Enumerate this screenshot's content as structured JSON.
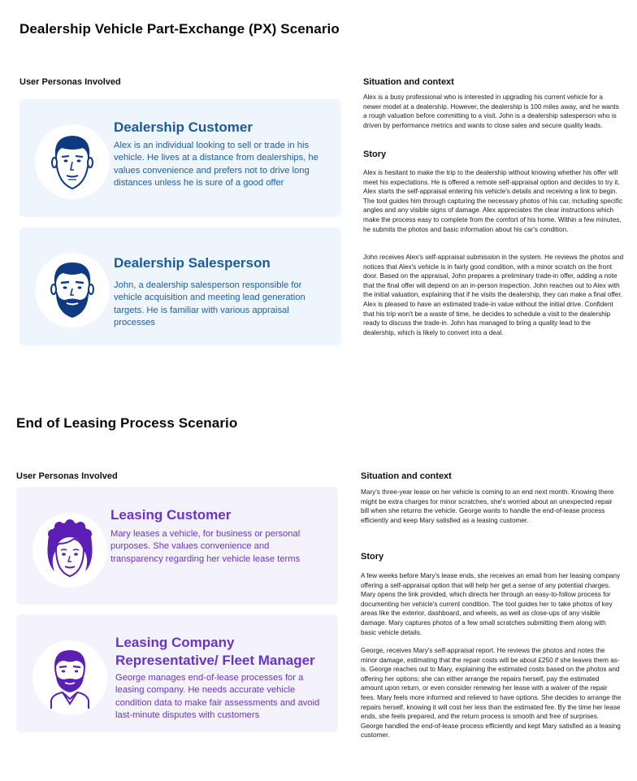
{
  "px_section": {
    "title": "Dealership Vehicle Part-Exchange (PX) Scenario",
    "personas_heading": "User Personas Involved",
    "personas": [
      {
        "title": "Dealership Customer",
        "description": "Alex is an individual looking to sell or trade in his vehicle. He lives at a distance from dealerships, he values convenience and prefers not to drive long distances unless he is sure of a good offer",
        "avatar_icon": "male-customer-avatar-icon"
      },
      {
        "title": "Dealership Salesperson",
        "description": "John, a dealership salesperson responsible for vehicle acquisition and meeting lead generation targets. He is familiar with various appraisal processes",
        "avatar_icon": "bearded-salesperson-avatar-icon"
      }
    ],
    "situation_heading": "Situation and context",
    "situation_text": "Alex is a busy professional who is interested in upgrading his current vehicle for a newer model at a dealership. However, the dealership is 100 miles away, and he wants a rough valuation before committing to a visit. John is a dealership salesperson who is driven by performance metrics and wants to close sales and secure quality leads.",
    "story_heading": "Story",
    "story_paragraphs": [
      "Alex is hesitant to make the trip to the dealership without knowing whether his offer will meet his expectations. He is offered a remote self-appraisal option and decides to try it. Alex starts the self-appraisal entering his vehicle's details and receiving a link to begin. The tool guides him through capturing the necessary photos of his car, including specific angles and any visible signs of damage. Alex appreciates the clear instructions which make the process easy to complete from the comfort of his home. Within a few minutes, he submits the photos and basic information about his car's condition.",
      "John receives Alex's self-appraisal submission in the system. He reviews the photos and notices that Alex's vehicle is in fairly good condition, with a minor scratch on the front door. Based on the appraisal, John prepares a preliminary trade-in offer, adding a note that the final offer will depend on an in-person inspection. John reaches out to Alex with the initial valuation, explaining that if he visits the dealership, they can make a final offer. Alex is pleased to have an estimated trade-in value without the initial drive. Confident that his trip won't be a waste of time, he decides to schedule a visit to the dealership ready to discuss the trade-in. John has managed to bring a quality lead to the dealership, which is likely to convert into a deal."
    ],
    "colors": {
      "card_bg": "#eef5fd",
      "accent": "#1b5a9e"
    }
  },
  "lease_section": {
    "title": "End of Leasing Process Scenario",
    "personas_heading": "User Personas Involved",
    "personas": [
      {
        "title": "Leasing Customer",
        "description": "Mary leases a vehicle, for business or personal purposes. She values convenience and transparency regarding her vehicle lease terms",
        "avatar_icon": "female-customer-avatar-icon"
      },
      {
        "title": "Leasing Company Representative/ Fleet Manager",
        "description": "George manages end-of-lease processes for a leasing company. He needs accurate vehicle condition data to make fair assessments and avoid last-minute disputes with customers",
        "avatar_icon": "fleet-manager-avatar-icon"
      }
    ],
    "situation_heading": "Situation and context",
    "situation_text": "Mary's three-year lease on her vehicle is coming to an end next month. Knowing there might be extra charges for minor scratches, she's worried about an unexpected repair bill when she returns the vehicle. George wants to handle the end-of-lease process efficiently and keep Mary satisfied as a leasing customer.",
    "story_heading": "Story",
    "story_paragraphs": [
      "A few weeks before Mary's lease ends, she receives an email from her leasing company offering a self-appraisal option that will help her get a sense of any potential charges. Mary opens the link provided, which directs her through an easy-to-follow process for documenting her vehicle's current condition. The tool guides her to take photos of key areas like the exterior, dashboard, and wheels, as well as close-ups of any visible damage. Mary captures photos of a few small scratches submitting them along with basic vehicle details.",
      "George, receives Mary's self-appraisal report. He reviews the photos and notes the minor damage, estimating that the repair costs will be about £250 if she leaves them as-is. George reaches out to Mary, explaining the estimated costs based on the photos and offering her options: she can either arrange the repairs herself, pay the estimated amount upon return, or even consider renewing her lease with a waiver of the repair fees. Mary feels more informed and relieved to have options. She decides to arrange the repairs herself, knowing it will cost her less than the estimated fee. By the time her lease ends, she feels prepared, and the return process is smooth and free of surprises. George handled the end-of-lease process efficiently and kept Mary satisfied as a leasing customer."
    ],
    "colors": {
      "card_bg": "#f4f2fd",
      "accent": "#6a33c9"
    }
  }
}
